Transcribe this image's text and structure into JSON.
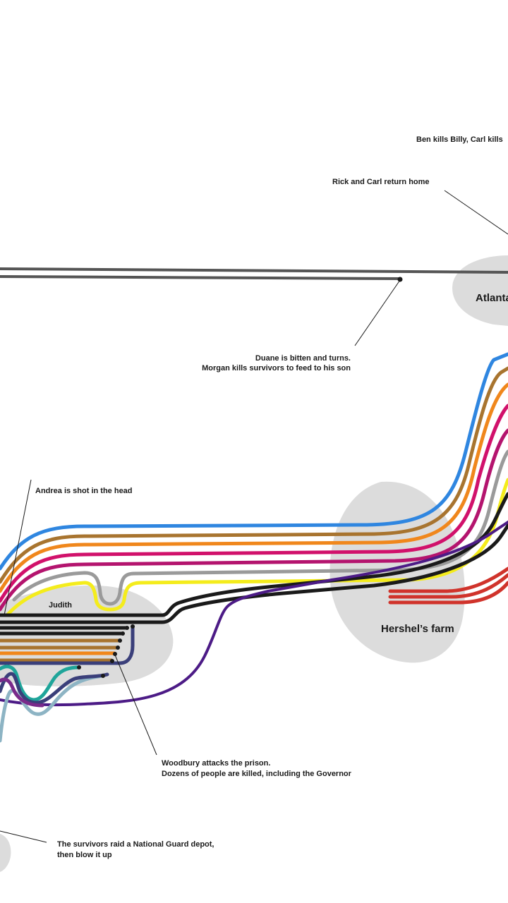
{
  "places": {
    "atlanta": "Atlanta",
    "hershels_farm": "Hershel’s farm"
  },
  "labels": {
    "judith": "Judith"
  },
  "annotations": {
    "ben_kills_billy": "Ben kills Billy, Carl kills",
    "rick_carl_return": "Rick and Carl return home",
    "duane_line1": "Duane is bitten and turns.",
    "duane_line2": "Morgan kills survivors to feed to his son",
    "andrea_shot": "Andrea is shot in the head",
    "woodbury_line1": "Woodbury attacks the prison.",
    "woodbury_line2": "Dozens of people are killed, including the Governor",
    "depot_line1": "The survivors raid a National Guard depot,",
    "depot_line2": "then blow it up"
  },
  "colors": {
    "blue": "#2f86e0",
    "brown": "#a8742f",
    "orange": "#f0871c",
    "magenta": "#d1116b",
    "purple_red": "#b4146e",
    "gray": "#9a9a9a",
    "yellow": "#f4ec1c",
    "black": "#1a1a1a",
    "indigo": "#4c1b86",
    "red": "#d0332b",
    "teal": "#1fa59a",
    "light_blue": "#8db4c4",
    "navy": "#3a3f7a",
    "dark_gray": "#555555",
    "blob": "#dcdcdc"
  }
}
